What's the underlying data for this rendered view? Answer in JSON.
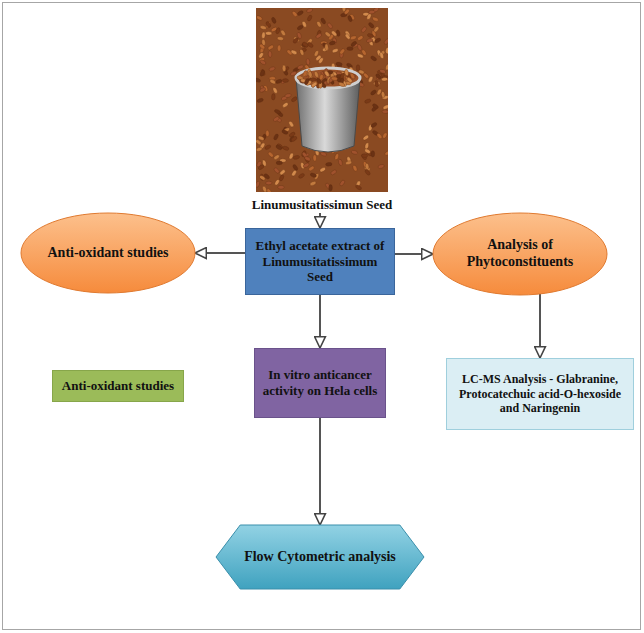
{
  "diagram": {
    "nodes": [
      {
        "text": [
          "Linumusitatissimun Seed"
        ]
      },
      {
        "text": [
          "Ethyl acetate extract of Linumusitatissimum Seed"
        ]
      },
      {
        "text": [
          "Anti-oxidant studies"
        ]
      },
      {
        "text": [
          "Analysis of Phytoconstituents"
        ]
      },
      {
        "text": [
          "Anti-oxidant studies"
        ]
      },
      {
        "text": [
          "In vitro anticancer activity on Hela cells"
        ]
      },
      {
        "text": [
          "LC-MS Analysis - Glabranine, Protocatechuic acid-O-hexoside and Naringenin"
        ]
      },
      {
        "text": [
          "Flow Cytometric analysis"
        ]
      }
    ],
    "edges": [
      {
        "from": 0,
        "to": 1,
        "arrow": "to"
      },
      {
        "from": 1,
        "to": 2,
        "arrow": "to"
      },
      {
        "from": 1,
        "to": 3,
        "arrow": "to"
      },
      {
        "from": 1,
        "to": 5,
        "arrow": "to"
      },
      {
        "from": 3,
        "to": 6,
        "arrow": "to"
      },
      {
        "from": 5,
        "to": 7,
        "arrow": "to"
      }
    ]
  }
}
